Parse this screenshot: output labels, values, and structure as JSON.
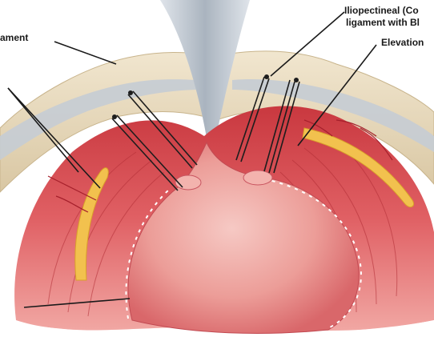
{
  "labels": {
    "ligament_left": "ament",
    "iliopectineal_line1": "Iliopectineal (Co",
    "iliopectineal_line2": "ligament with Bl",
    "elevation": "Elevation"
  },
  "colors": {
    "tissue_red": "#d9474a",
    "tissue_pink": "#e98b8a",
    "fat_yellow": "#f2c14e",
    "bone_cream": "#e9dcc3",
    "ligament_grey": "#b9c2cc",
    "leader_line": "#222222"
  }
}
